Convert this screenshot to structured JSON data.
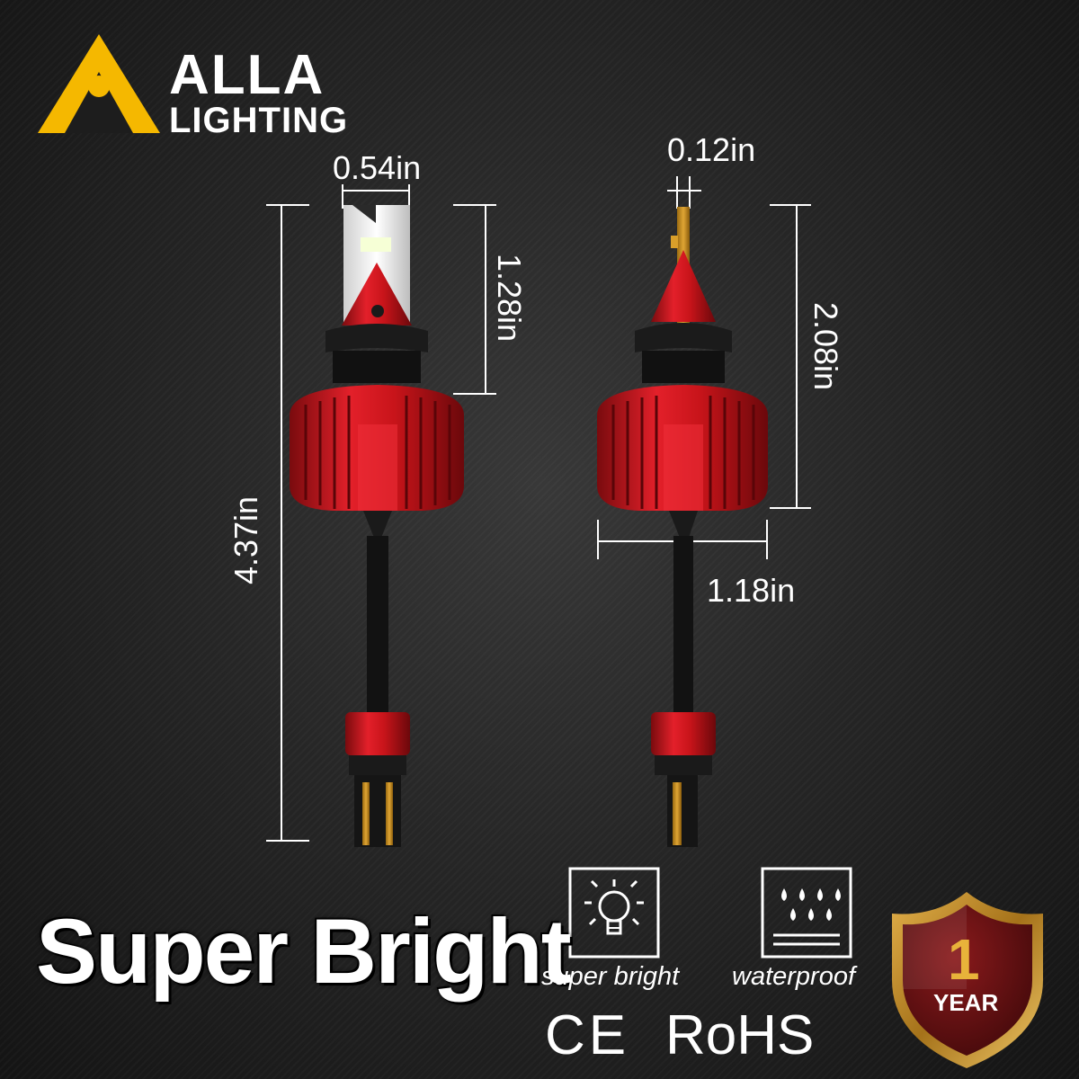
{
  "brand": {
    "name_line1": "ALLA",
    "name_line2": "LIGHTING",
    "color_logo": "#f5b800"
  },
  "dimensions": {
    "left_bulb": {
      "chip_width": "0.54in",
      "head_height": "1.28in",
      "overall_length": "4.37in"
    },
    "right_bulb": {
      "chip_thickness": "0.12in",
      "head_height": "2.08in",
      "body_diameter": "1.18in"
    }
  },
  "headline": "Super Bright",
  "features": [
    {
      "icon": "light-bulb-icon",
      "label": "super bright"
    },
    {
      "icon": "water-drops-icon",
      "label": "waterproof"
    }
  ],
  "certifications": {
    "ce": "CE",
    "rohs": "RoHS"
  },
  "warranty": {
    "number": "1",
    "unit": "YEAR"
  },
  "colors": {
    "heatsink_red": "#d4161c",
    "accent_gold": "#c9961a",
    "shield_dark": "#5a0f10"
  }
}
